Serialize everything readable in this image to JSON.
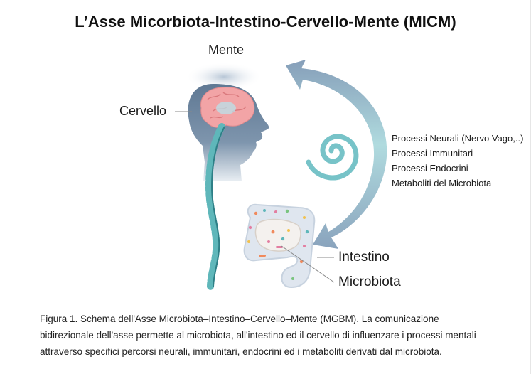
{
  "title": "L’Asse Micorbiota-Intestino-Cervello-Mente (MICM)",
  "labels": {
    "mente": "Mente",
    "cervello": "Cervello",
    "intestino": "Intestino",
    "microbiota": "Microbiota"
  },
  "processes": [
    "Processi Neurali (Nervo Vago,..)",
    "Processi Immunitari",
    "Processi Endocrini",
    "Metaboliti del Microbiota"
  ],
  "caption": {
    "line1": "Figura 1. Schema dell'Asse Microbiota–Intestino–Cervello–Mente (MGBM). La comunicazione",
    "line2": "bidirezionale dell'asse permette al microbiota, all'intestino ed il cervello di influenzare i processi mentali",
    "line3": "attraverso specifici percorsi neurali, immunitari, endocrini ed i  metaboliti derivati dal microbiota."
  },
  "colors": {
    "head_silhouette": "#6f87a0",
    "brain": "#f2a4a6",
    "spine": "#5fb7ba",
    "arrow_blue": "#7f9bb7",
    "arrow_teal": "#8fd0d3",
    "spiral": "#77c3c8",
    "intestine": "#dfe6ef"
  }
}
